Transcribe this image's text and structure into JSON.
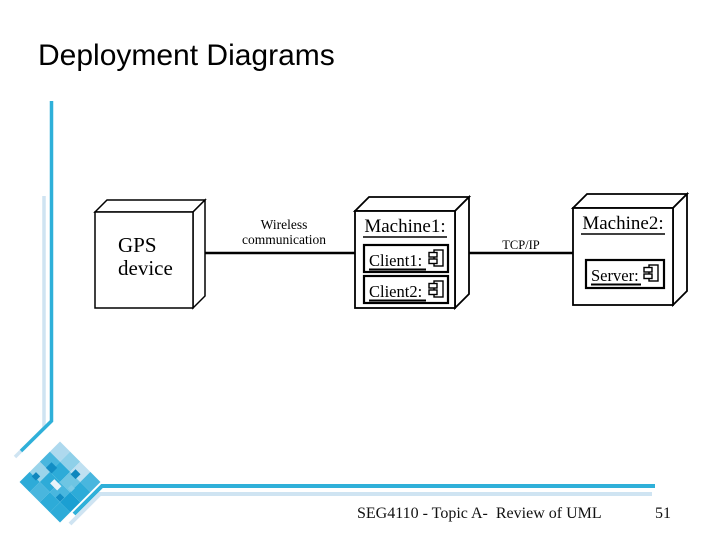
{
  "slide": {
    "title": "Deployment Diagrams",
    "footer_text": "SEG4110 - Topic A-  Review of UML",
    "page_number": "51"
  },
  "colors": {
    "accent_cyan": "#2fb0d9",
    "pale_blue": "#cfe4f2",
    "ink": "#000000"
  },
  "diagram": {
    "gps_node": {
      "line1": "GPS",
      "line2": "device"
    },
    "link1": {
      "line1": "Wireless",
      "line2": "communication"
    },
    "machine1": {
      "title": "Machine1:",
      "components": [
        {
          "label": "Client1:"
        },
        {
          "label": "Client2:"
        }
      ]
    },
    "link2": {
      "label": "TCP/IP"
    },
    "machine2": {
      "title": "Machine2:",
      "components": [
        {
          "label": "Server:"
        }
      ]
    }
  }
}
